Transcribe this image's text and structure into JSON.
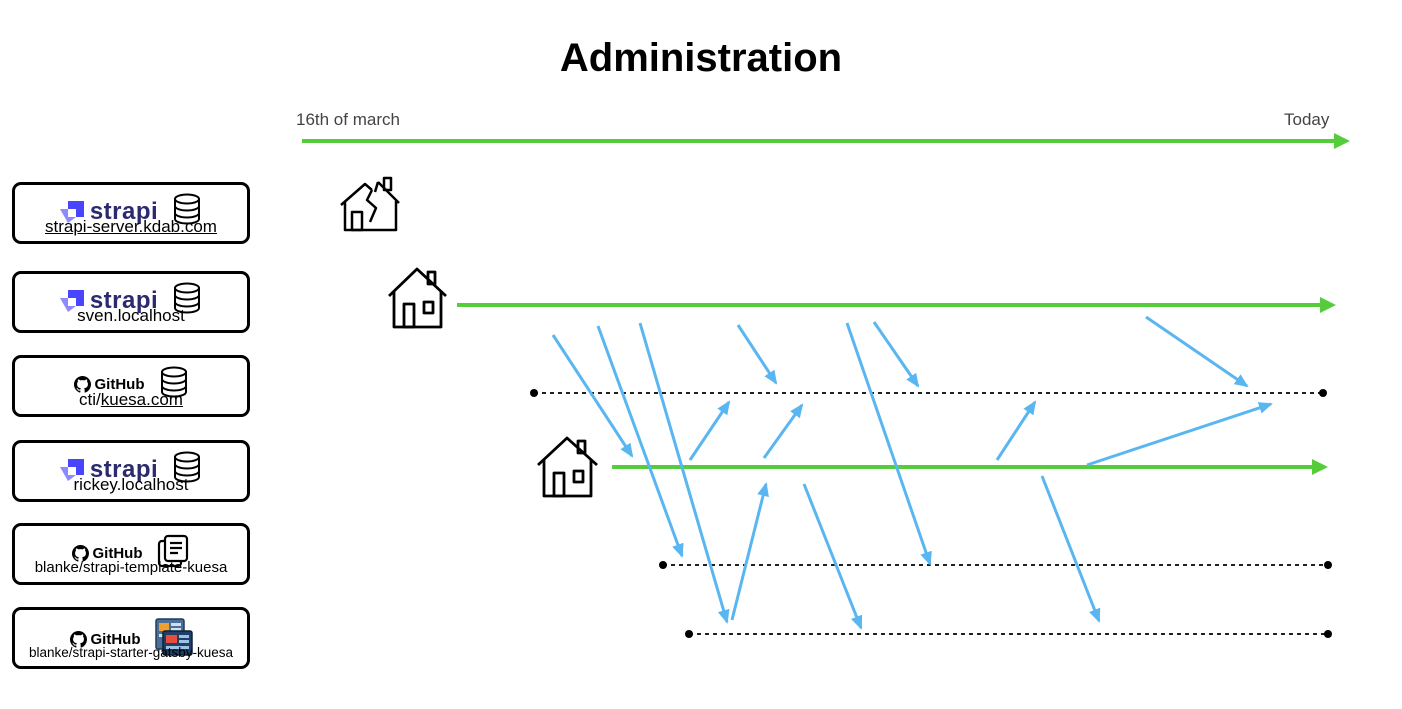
{
  "title": "Administration",
  "timeline": {
    "start_label": "16th of march",
    "end_label": "Today"
  },
  "colors": {
    "timeline": "#55cc3a",
    "arrow": "#5ab6f0",
    "strapi": "#2b2a6e"
  },
  "nodes": [
    {
      "logo": "strapi",
      "logo_text": "strapi",
      "icon": "database-icon",
      "caption_prefix": "",
      "caption_link": "strapi-server.kdab.com"
    },
    {
      "logo": "strapi",
      "logo_text": "strapi",
      "icon": "database-icon",
      "caption_prefix": "sven.localhost",
      "caption_link": ""
    },
    {
      "logo": "github",
      "logo_text": "GitHub",
      "icon": "database-icon",
      "caption_prefix": "cti/",
      "caption_link": "kuesa.com"
    },
    {
      "logo": "strapi",
      "logo_text": "strapi",
      "icon": "database-icon",
      "caption_prefix": "rickey.localhost",
      "caption_link": ""
    },
    {
      "logo": "github",
      "logo_text": "GitHub",
      "icon": "document-icon",
      "caption_prefix": "blanke/strapi-template-kuesa",
      "caption_link": ""
    },
    {
      "logo": "github",
      "logo_text": "GitHub",
      "icon": "website-icon",
      "caption_prefix": "blanke/strapi-starter-gatsby-kuesa",
      "caption_link": ""
    }
  ],
  "lane_icons": [
    "broken-house-icon",
    "house-icon",
    "house-icon"
  ]
}
